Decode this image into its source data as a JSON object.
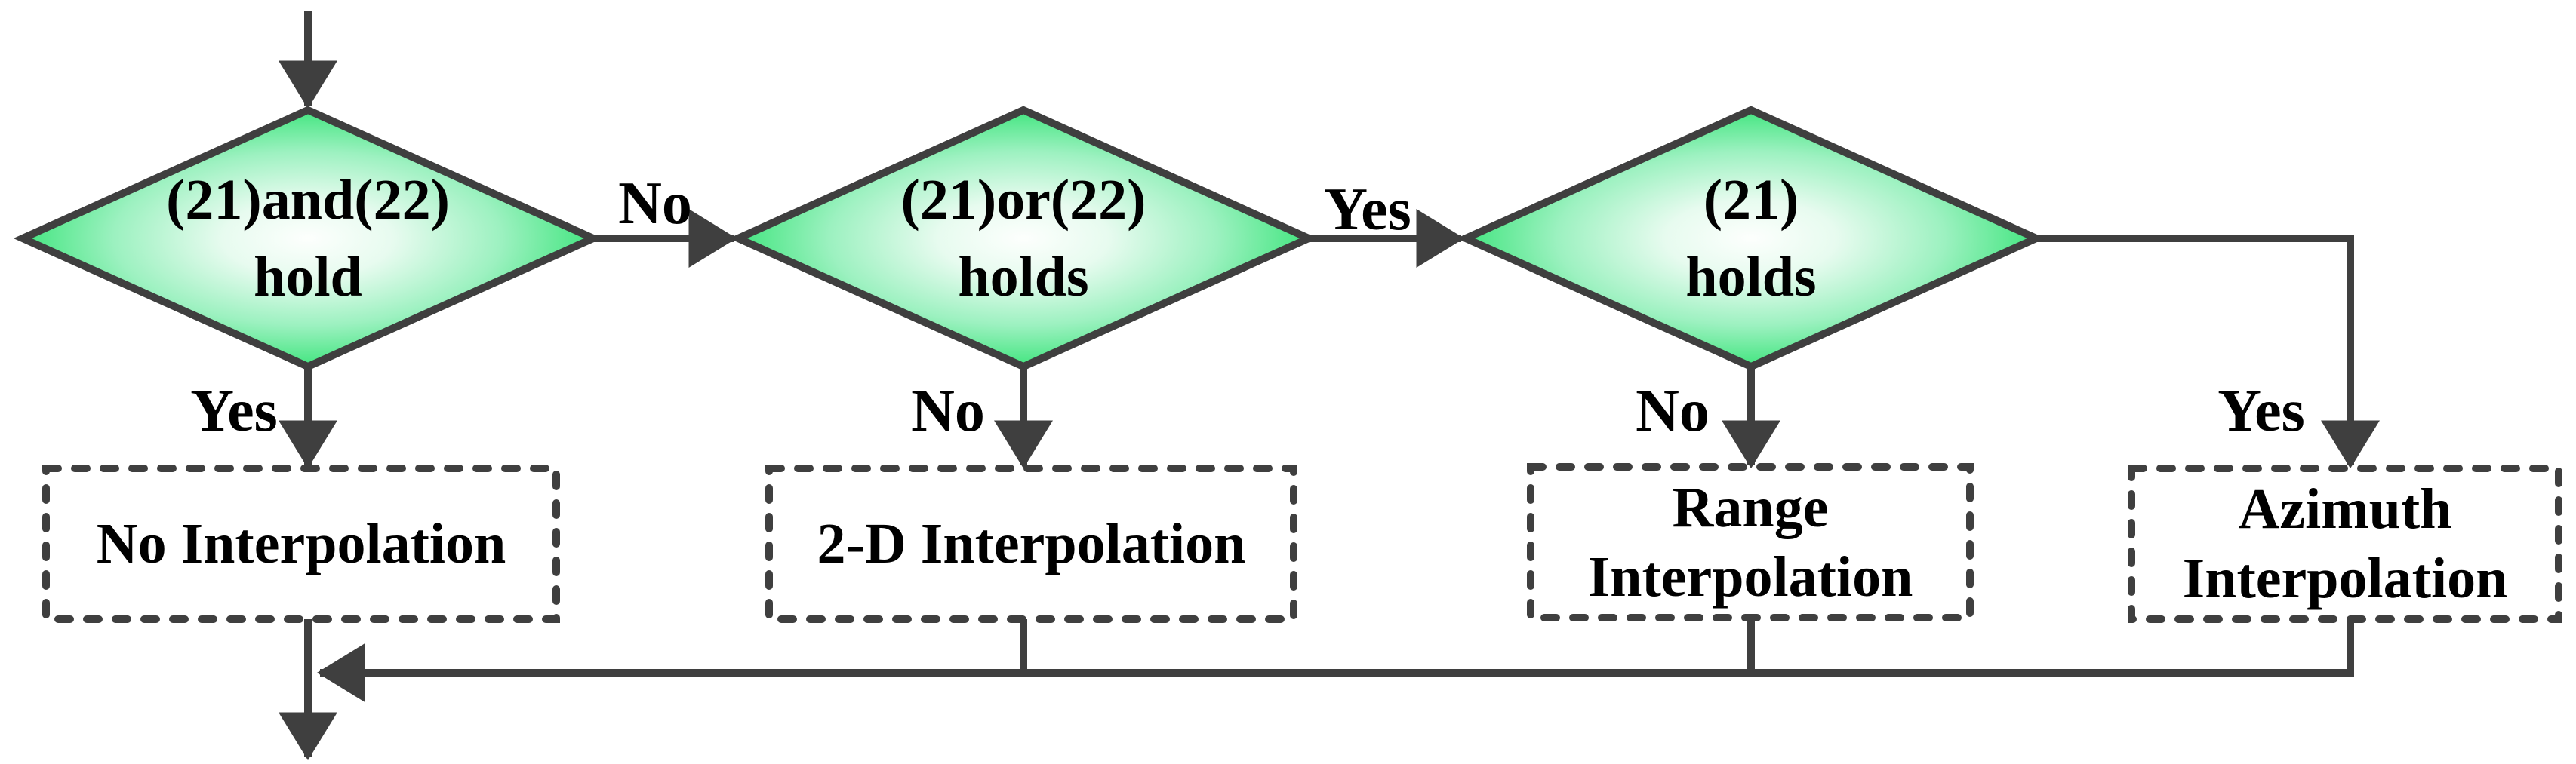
{
  "colors": {
    "stroke": "#3f3f3f",
    "text": "#000000",
    "background": "#ffffff",
    "diamond_fill_center": "#fdfffd",
    "diamond_fill_mid1": "#e7fbef",
    "diamond_fill_mid2": "#9cf1c0",
    "diamond_fill_edge": "#42e57f"
  },
  "decisions": [
    {
      "line1": "(21)and(22)",
      "line2": "hold"
    },
    {
      "line1": "(21)or(22)",
      "line2": "holds"
    },
    {
      "line1": "(21)",
      "line2": "holds"
    }
  ],
  "results": [
    {
      "line1": "No Interpolation",
      "line2": ""
    },
    {
      "line1": "2-D Interpolation",
      "line2": ""
    },
    {
      "line1": "Range",
      "line2": "Interpolation"
    },
    {
      "line1": "Azimuth",
      "line2": "Interpolation"
    }
  ],
  "edge_labels": {
    "d1_to_d2": "No",
    "d1_to_r1": "Yes",
    "d2_to_d3": "Yes",
    "d2_to_r2": "No",
    "d3_to_r3": "No",
    "d3_to_r4": "Yes"
  }
}
